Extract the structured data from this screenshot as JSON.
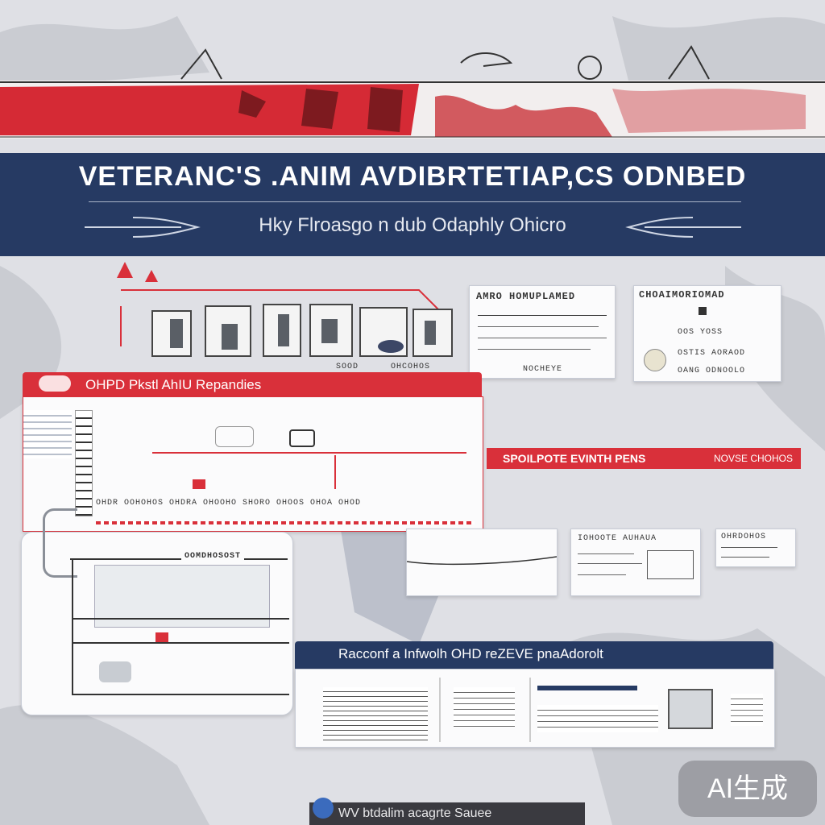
{
  "header": {
    "title": "VETERANC'S .ANIM AVDIBRTETIAP,CS ODNBED",
    "subtitle": "Hky Flroasgo n dub Odaphly Ohicro"
  },
  "gallery": {
    "caption_left": "SOOD",
    "caption_right": "OHCOHOS"
  },
  "card_a": {
    "heading": "AMRO HOMUPLAMED",
    "footer": "NOCHEYE"
  },
  "card_b": {
    "heading": "CHOAIMORIOMAD",
    "line1": "OOS YOSS",
    "line2": "OSTIS AORAOD",
    "line3": "OANG ODNOOLO"
  },
  "panel_main": {
    "title": "OHPD Pkstl AhIU Repandies",
    "row_label": "OHDR OOHOHOS OHDRA OHOOHO SHORO OHOOS OHOA OHOD"
  },
  "spotlight": {
    "title": "SPOILPOTE EVINTH PENS",
    "right_label": "NOVSE CHOHOS"
  },
  "mini_cards": {
    "m2_title": "IOHOOTE AUHAUA",
    "m3_title": "OHRDOHOS"
  },
  "inner_panel": {
    "title": "OOMDHOSOST"
  },
  "bottom_panel": {
    "title": "Racconf a Infwolh OHD reZEVE pnaAdorolt"
  },
  "badge": "AI生成",
  "footer": {
    "text": "WV btdalim acagrte Sauee"
  },
  "colors": {
    "navy": "#263a63",
    "red": "#d9303a",
    "paper": "#fbfbfc",
    "background": "#dcdde2"
  }
}
